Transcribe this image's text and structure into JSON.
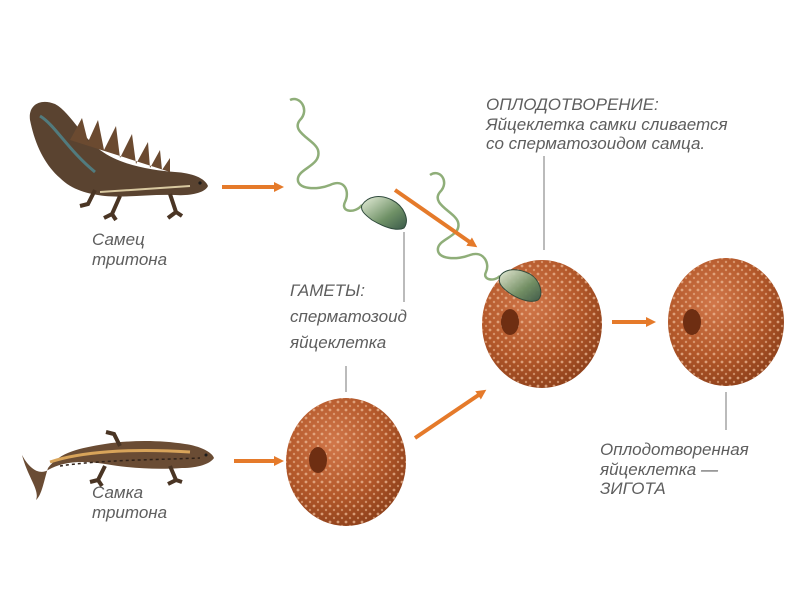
{
  "labels": {
    "male": [
      "Самец",
      "тритона"
    ],
    "female": [
      "Самка",
      "тритона"
    ],
    "gametes": {
      "title": "ГАМЕТЫ:",
      "sperm": "сперматозоид",
      "egg": "яйцеклетка"
    },
    "fertilization": {
      "title": "ОПЛОДОТВОРЕНИЕ:",
      "line1": "Яйцеклетка самки сливается",
      "line2": "со сперматозоидом самца."
    },
    "zygote": [
      "Оплодотворенная",
      "яйцеклетка —",
      "ЗИГОТА"
    ]
  },
  "colors": {
    "arrow": "#e57a2a",
    "egg": "#b55a2a",
    "egg_dot": "#e9b58b",
    "text": "#5e5e5e",
    "newt_body": "#5a4330",
    "sperm": "#9bb48a"
  },
  "icons": [
    "male-newt",
    "female-newt",
    "sperm-cell",
    "egg-cell",
    "zygote-cell",
    "process-arrow"
  ]
}
